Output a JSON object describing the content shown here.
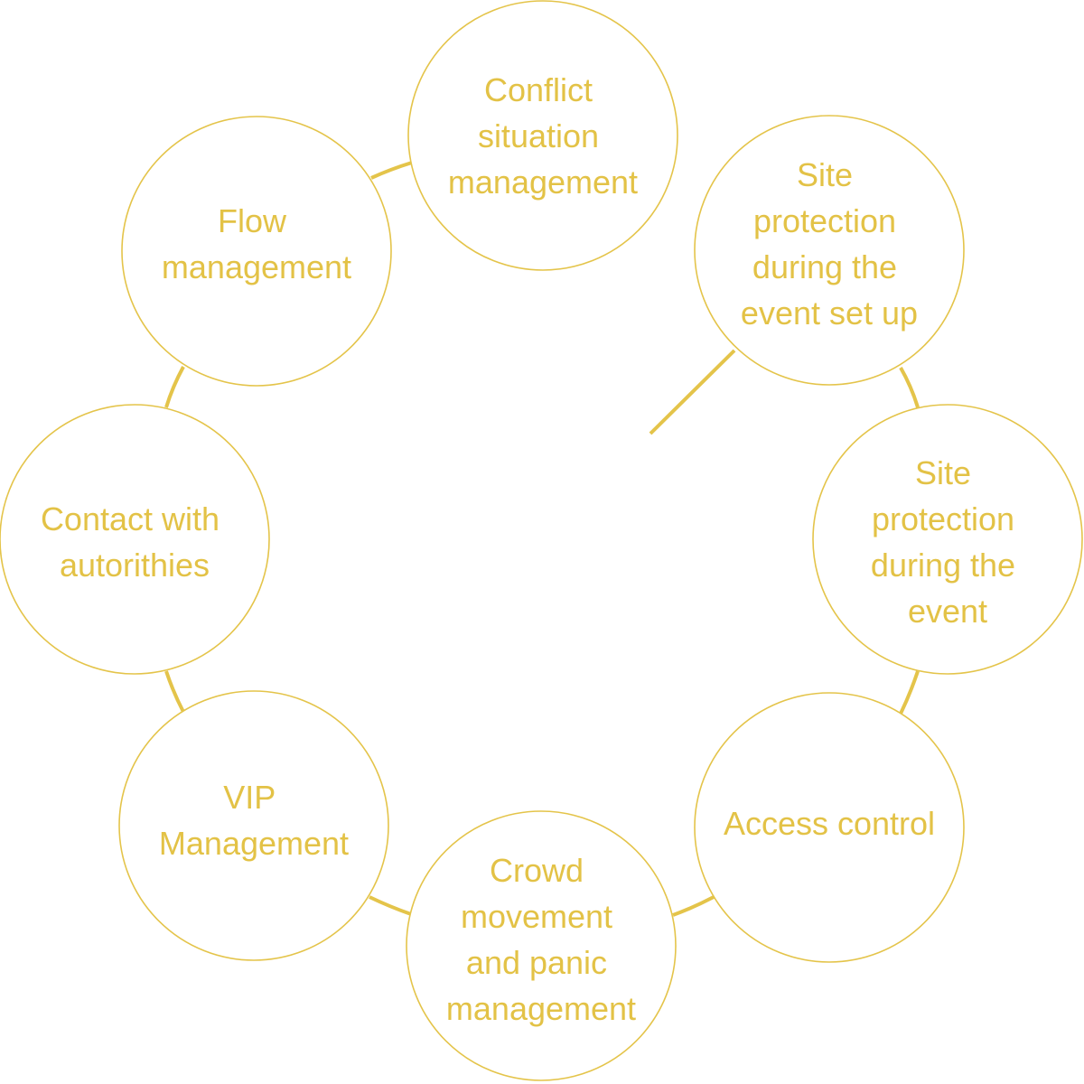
{
  "colors": {
    "accent": "#e4c44a",
    "text": "#e3c246",
    "background": "#ffffff"
  },
  "nodes": [
    {
      "id": "conflict-situation-management",
      "lines": [
        "Conflict",
        "situation",
        "management"
      ]
    },
    {
      "id": "site-protection-set-up",
      "lines": [
        "Site",
        "protection",
        "during the",
        "event set up"
      ]
    },
    {
      "id": "site-protection-event",
      "lines": [
        "Site",
        "protection",
        "during the",
        "event"
      ]
    },
    {
      "id": "access-control",
      "lines": [
        "Access control"
      ]
    },
    {
      "id": "crowd-movement-panic-management",
      "lines": [
        "Crowd",
        "movement",
        "and panic",
        "management"
      ]
    },
    {
      "id": "vip-management",
      "lines": [
        "VIP",
        "Management"
      ]
    },
    {
      "id": "contact-with-autorithies",
      "lines": [
        "Contact with",
        "autorithies"
      ]
    },
    {
      "id": "flow-management",
      "lines": [
        "Flow",
        "management"
      ]
    }
  ]
}
